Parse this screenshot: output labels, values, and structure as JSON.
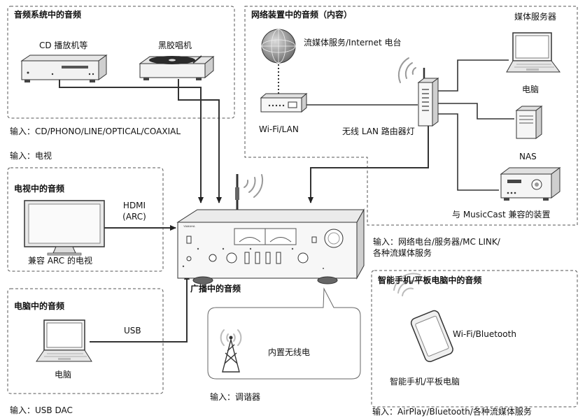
{
  "sections": {
    "audio_system": {
      "title": "音频系统中的音频",
      "devices": {
        "cd": "CD 播放机等",
        "turntable": "黑胶唱机"
      },
      "input": "输入：CD/PHONO/LINE/OPTICAL/COAXIAL"
    },
    "network": {
      "title": "网络装置中的音频（内容）",
      "streaming": "流媒体服务/Internet 电台",
      "media_server": "媒体服务器",
      "pc": "电脑",
      "nas": "NAS",
      "wifi_lan": "Wi-Fi/LAN",
      "router": "无线 LAN 路由器灯",
      "musiccast": "与 MusicCast 兼容的装置",
      "input_line1": "输入：网络电台/服务器/MC LINK/",
      "input_line2": "各种流媒体服务"
    },
    "tv": {
      "input": "输入：电视",
      "title": "电视中的音频",
      "hdmi_line1": "HDMI",
      "hdmi_line2": "(ARC)",
      "device": "兼容 ARC 的电视"
    },
    "pc_audio": {
      "title": "电脑中的音频",
      "usb": "USB",
      "device": "电脑",
      "input": "输入：USB DAC"
    },
    "broadcast": {
      "title": "广播中的音频",
      "radio": "内置无线电",
      "input": "输入：调谐器"
    },
    "mobile": {
      "title": "智能手机/平板电脑中的音频",
      "wireless": "Wi-Fi/Bluetooth",
      "device": "智能手机/平板电脑",
      "input": "输入：AirPlay/Bluetooth/各种流媒体服务"
    },
    "amplifier": {
      "brand": "YAMAHA"
    }
  }
}
